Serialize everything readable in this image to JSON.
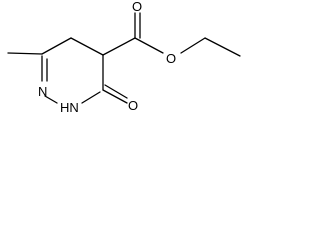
{
  "molecule": {
    "atoms": {
      "ester_o_double": "O",
      "ester_o_single": "O",
      "ring_n_imine": "N",
      "ring_nh": "HN",
      "carbonyl_o": "O"
    }
  },
  "colors": {
    "background": "#ffffff",
    "line": "#000000"
  }
}
